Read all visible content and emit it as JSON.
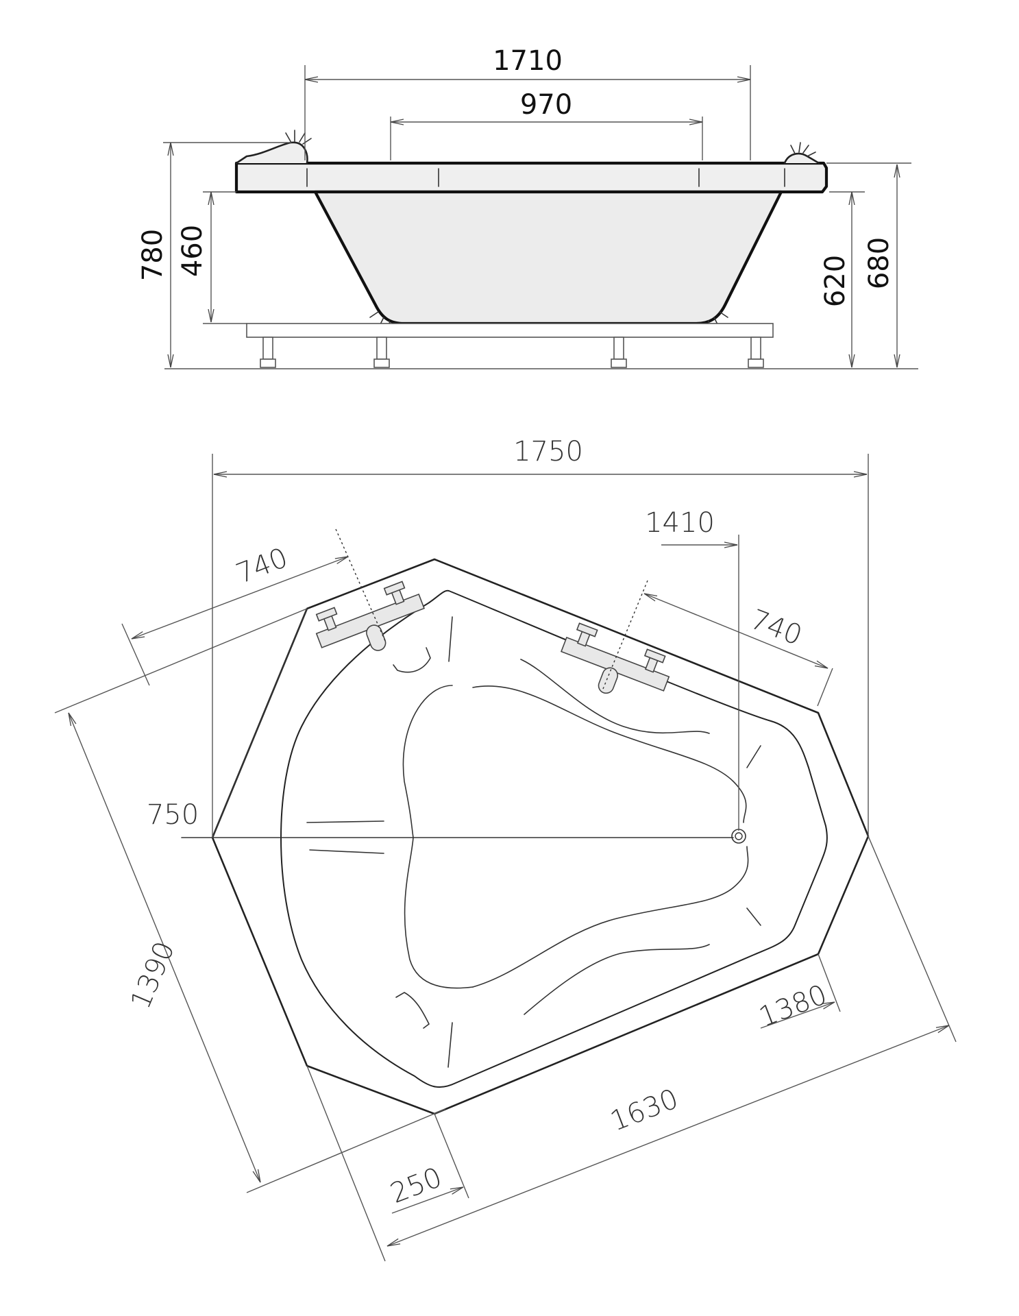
{
  "side_view": {
    "dimensions": {
      "length_outer": "1710",
      "length_inner": "970",
      "height_total": "780",
      "depth_inner": "460",
      "height_frame": "620",
      "height_rim": "680"
    }
  },
  "top_view": {
    "dimensions": {
      "width_total": "1750",
      "drain_offset": "1410",
      "faucet_offset_left": "740",
      "faucet_offset_right": "740",
      "drain_height": "750",
      "side_left": "1390",
      "side_right_inner": "1380",
      "side_bottom": "1630",
      "corner_cut": "250"
    }
  },
  "colors": {
    "outline": "#222222",
    "fill_light": "#ececec",
    "background": "#ffffff"
  }
}
